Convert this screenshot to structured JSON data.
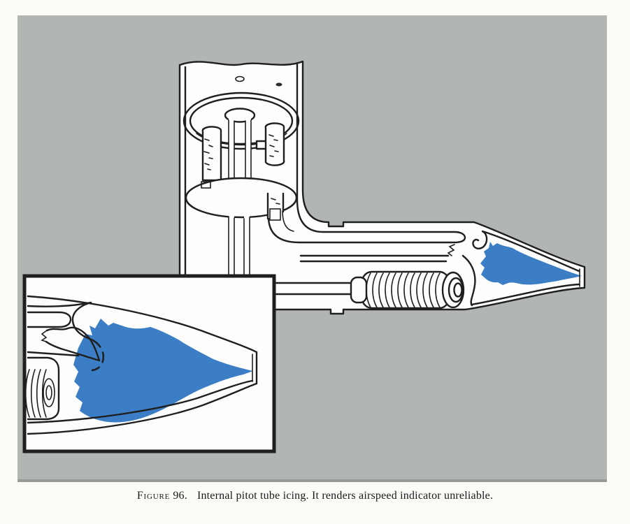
{
  "figure": {
    "label": "Figure",
    "number": "96.",
    "caption": "Internal pitot tube icing. It renders airspeed indicator unreliable."
  },
  "diagram": {
    "alt": "Cutaway drawing of an aircraft pitot tube: vertical mast with internal pressure chamber, horizontal tube with heater coil, tapered tip filled with blue ice, and a magnified inset view of the iced tip"
  },
  "colors": {
    "panel_gray": "#b2b6b3",
    "panel_shadow": "#989c99",
    "ice_blue": "#3b7ec5",
    "line": "#1f1f1f",
    "paper": "#fbfbf8",
    "drawing_white": "#fdfdfb"
  }
}
